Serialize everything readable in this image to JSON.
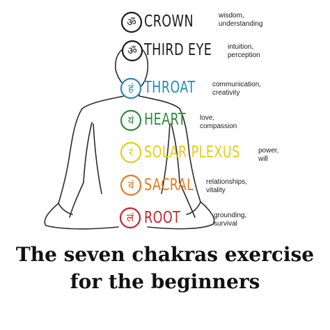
{
  "chakras": [
    {
      "name": "CROWN",
      "glyph": "ॐ",
      "desc": [
        "wisdom,",
        "understanding"
      ],
      "color": "#1d1d1d"
    },
    {
      "name": "THIRD EYE",
      "glyph": "ॐ",
      "desc": [
        "intuition,",
        "perception"
      ],
      "color": "#1d1d1d"
    },
    {
      "name": "THROAT",
      "glyph": "हं",
      "desc": [
        "communication,",
        "creativity"
      ],
      "color": "#2a8bb6"
    },
    {
      "name": "HEART",
      "glyph": "यं",
      "desc": [
        "love,",
        "compassion"
      ],
      "color": "#2f8a3a"
    },
    {
      "name": "SOLAR PLEXUS",
      "glyph": "रं",
      "desc": [
        "power,",
        "will"
      ],
      "color": "#e6cc16"
    },
    {
      "name": "SACRAL",
      "glyph": "वं",
      "desc": [
        "relationships,",
        "vitality"
      ],
      "color": "#e07a22"
    },
    {
      "name": "ROOT",
      "glyph": "लं",
      "desc": [
        "grounding,",
        "survival"
      ],
      "color": "#c0282c"
    }
  ],
  "title": {
    "line1": "The seven chakras exercise",
    "line2": "for the beginners"
  }
}
